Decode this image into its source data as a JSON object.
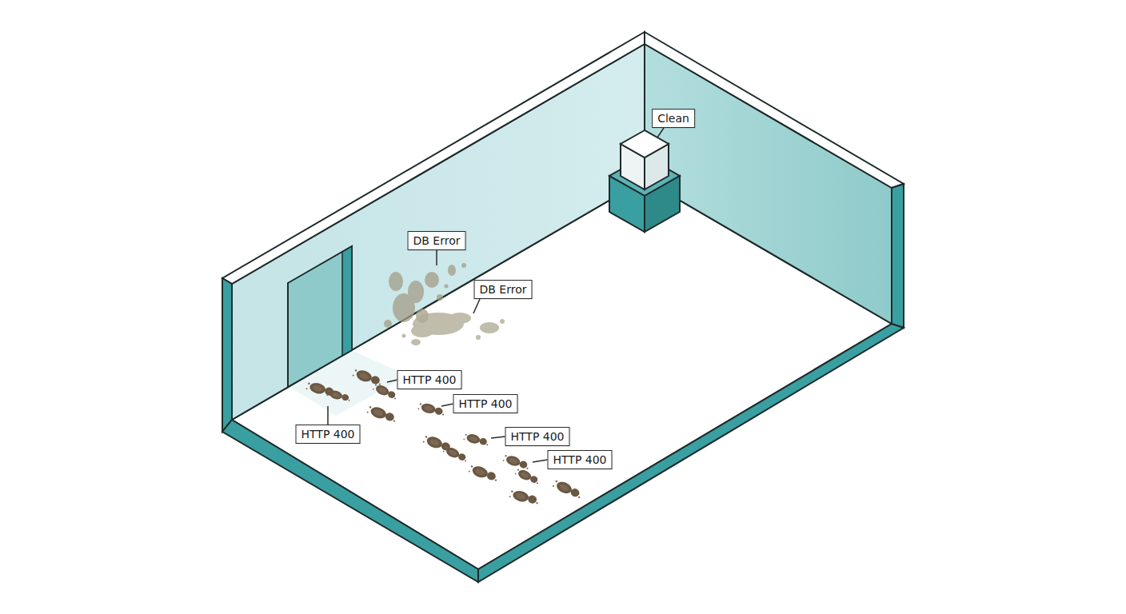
{
  "diagram": {
    "labels": [
      "Clean",
      "DB Error",
      "DB Error",
      "HTTP 400",
      "HTTP 400",
      "HTTP 400",
      "HTTP 400",
      "HTTP 400"
    ]
  }
}
